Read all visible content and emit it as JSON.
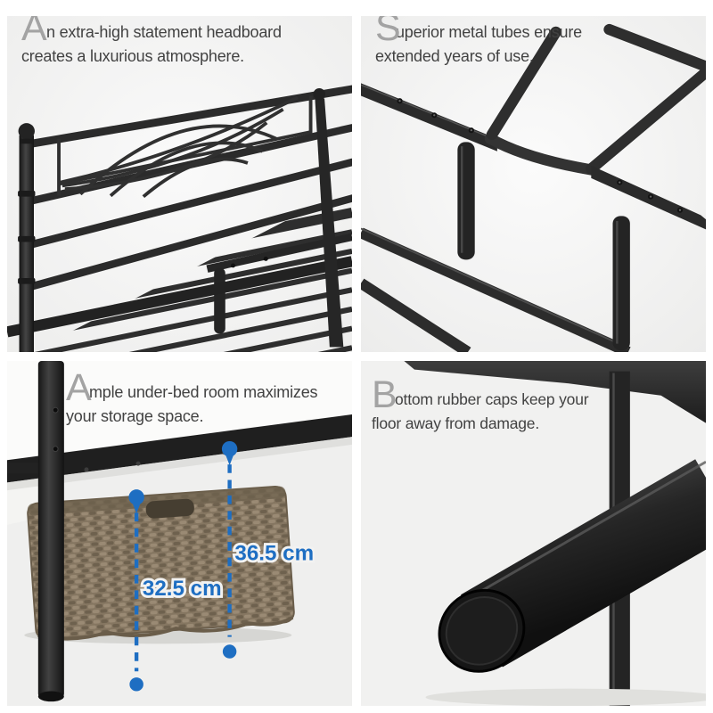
{
  "page": {
    "kind": "product-feature-collage",
    "subject": "metal bed frame"
  },
  "features": [
    {
      "id": "headboard",
      "cap": "A",
      "line1": "n extra-high statement headboard",
      "line2": "creates a luxurious atmosphere."
    },
    {
      "id": "metal-tubes",
      "cap": "S",
      "line1": "uperior metal tubes ensure",
      "line2": "extended years of use."
    },
    {
      "id": "under-bed-storage",
      "cap": "A",
      "line1": "mple under-bed room maximizes",
      "line2": "your storage space."
    },
    {
      "id": "rubber-caps",
      "cap": "B",
      "line1": "ottom rubber caps keep your",
      "line2": "floor away from damage."
    }
  ],
  "measurements": {
    "under_bed_clearance": "32.5 cm",
    "frame_height": "36.5 cm"
  },
  "colors": {
    "accent_blue": "#1e6ec2",
    "body_text": "#424242",
    "drop_cap_gray": "#a3a3a3",
    "metal_dark": "#262626",
    "basket_brown": "#8a7c68",
    "photo_background": "#f1f1f0",
    "gutter_white": "#ffffff"
  }
}
